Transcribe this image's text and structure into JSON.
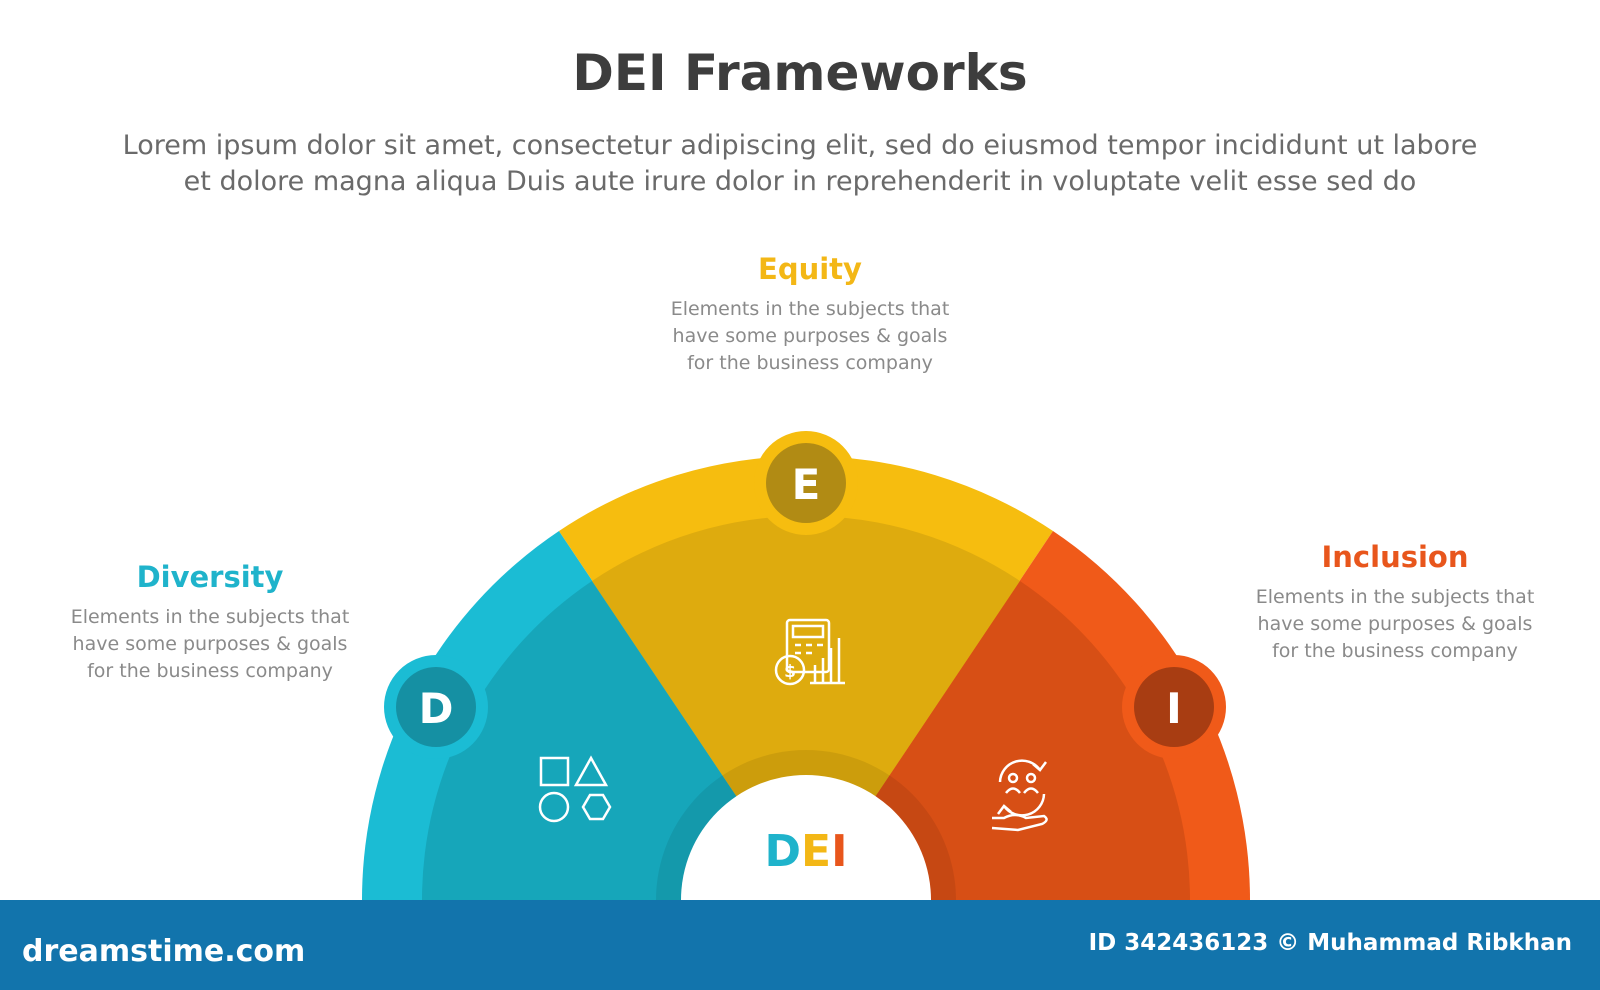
{
  "header": {
    "title": "DEI Frameworks",
    "subtitle_line1": "Lorem ipsum dolor sit amet, consectetur adipiscing elit, sed do eiusmod tempor incididunt ut labore",
    "subtitle_line2": "et dolore magna aliqua Duis aute irure dolor in reprehenderit in voluptate velit esse sed do"
  },
  "segments": [
    {
      "letter": "D",
      "heading": "Diversity",
      "desc_line1": "Elements in the subjects that",
      "desc_line2": "have  some purposes & goals",
      "desc_line3": "for the  business company",
      "color": "#1bbcd4",
      "color_dark": "#16a6ba",
      "badge_color": "#1590a3",
      "heading_color": "#1fb3cb",
      "icon": "shapes-icon"
    },
    {
      "letter": "E",
      "heading": "Equity",
      "desc_line1": "Elements in the subjects that",
      "desc_line2": "have  some purposes & goals",
      "desc_line3": "for the  business company",
      "color": "#f6bd0f",
      "color_dark": "#deab0e",
      "badge_color": "#b18b14",
      "heading_color": "#f3b716",
      "icon": "calculator-coin-chart-icon"
    },
    {
      "letter": "I",
      "heading": "Inclusion",
      "desc_line1": "Elements in the subjects that",
      "desc_line2": "have  some purposes & goals",
      "desc_line3": "for the  business company",
      "color": "#f05a19",
      "color_dark": "#d74f15",
      "badge_color": "#a83d12",
      "heading_color": "#e8561c",
      "icon": "people-hand-cycle-icon"
    }
  ],
  "center": {
    "letters": [
      "D",
      "E",
      "I"
    ]
  },
  "footer": {
    "logo": "dreamstime.com",
    "credit": "ID 342436123 © Muhammad Ribkhan"
  }
}
